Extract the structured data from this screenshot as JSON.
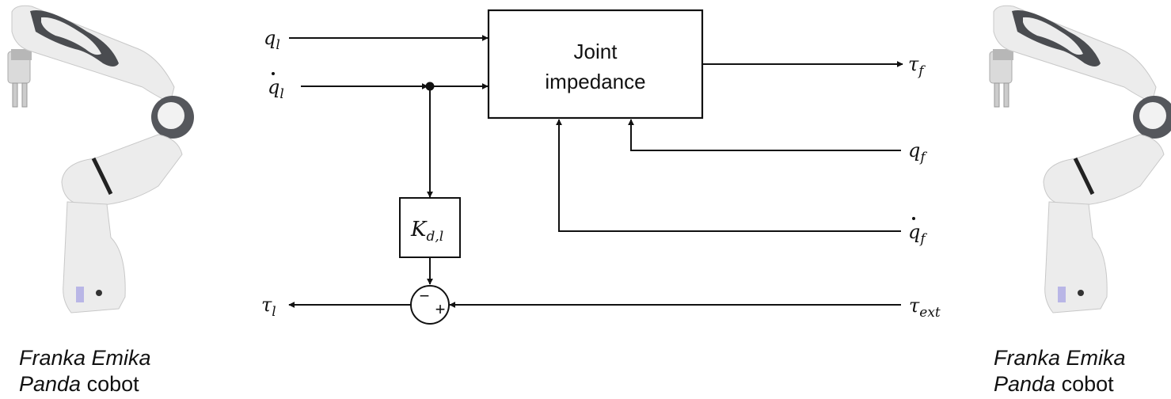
{
  "robots": {
    "left": {
      "caption_line1": "Franka Emika",
      "caption_line2_italic": "Panda",
      "caption_line2_rest": " cobot"
    },
    "right": {
      "caption_line1": "Franka Emika",
      "caption_line2_italic": "Panda",
      "caption_line2_rest": " cobot"
    }
  },
  "diagram": {
    "joint_impedance_block": {
      "line1": "Joint",
      "line2": "impedance"
    },
    "gain_block": {
      "symbol": "K",
      "subscript": "d,l"
    },
    "summing_junction": {
      "top_sign": "−",
      "right_sign": "+"
    },
    "signals": {
      "q_l": {
        "symbol": "q",
        "subscript": "l",
        "dot": false
      },
      "qdot_l": {
        "symbol": "q",
        "subscript": "l",
        "dot": true
      },
      "tau_f": {
        "symbol": "τ",
        "subscript": "f"
      },
      "q_f": {
        "symbol": "q",
        "subscript": "f",
        "dot": false
      },
      "qdot_f": {
        "symbol": "q",
        "subscript": "f",
        "dot": true
      },
      "tau_ext": {
        "symbol": "τ",
        "subscript": "ext"
      },
      "tau_l": {
        "symbol": "τ",
        "subscript": "l"
      }
    },
    "colors": {
      "line": "#111111",
      "robot_white": "#eeeeee",
      "robot_dark": "#4a4c50"
    }
  }
}
